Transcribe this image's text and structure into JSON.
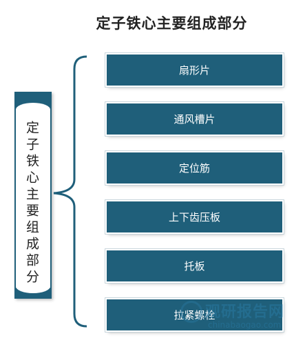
{
  "title": "定子铁心主要组成部分",
  "card_text": "定子铁心主要组成部分",
  "items": [
    "扇形片",
    "通风槽片",
    "定位筋",
    "上下齿压板",
    "托板",
    "拉紧螺栓"
  ],
  "watermark": {
    "main": "观研报告网",
    "sub": "chinabaogao.com"
  },
  "colors": {
    "accent": "#1f5f7a",
    "item_text": "#ffffff",
    "title": "#222222"
  }
}
